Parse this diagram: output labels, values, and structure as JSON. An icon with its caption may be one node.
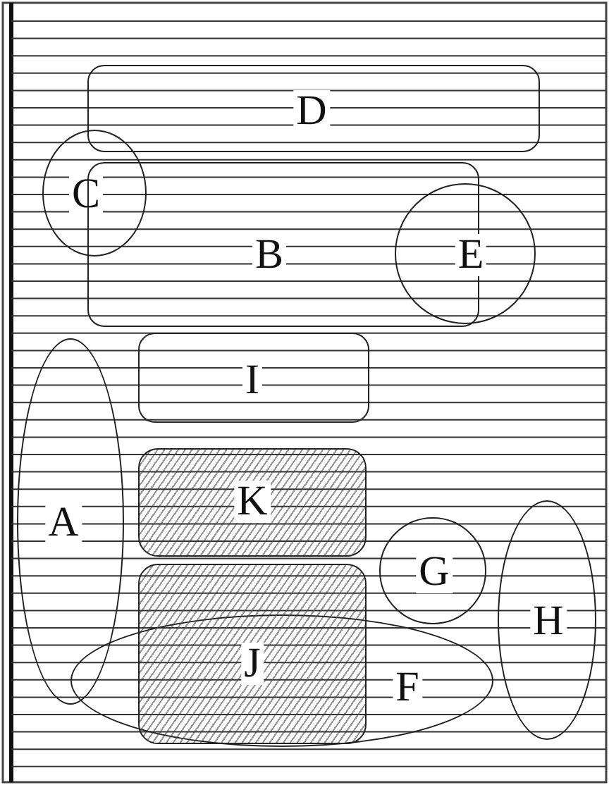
{
  "diagram": {
    "nodes": [
      {
        "text": [
          "D"
        ]
      },
      {
        "text": [
          "C"
        ]
      },
      {
        "text": [
          "B"
        ]
      },
      {
        "text": [
          "E"
        ]
      },
      {
        "text": [
          "I"
        ]
      },
      {
        "text": [
          "A"
        ]
      },
      {
        "text": [
          "K"
        ]
      },
      {
        "text": [
          "G"
        ]
      },
      {
        "text": [
          "H"
        ]
      },
      {
        "text": [
          "J"
        ]
      },
      {
        "text": [
          "F"
        ]
      }
    ]
  }
}
